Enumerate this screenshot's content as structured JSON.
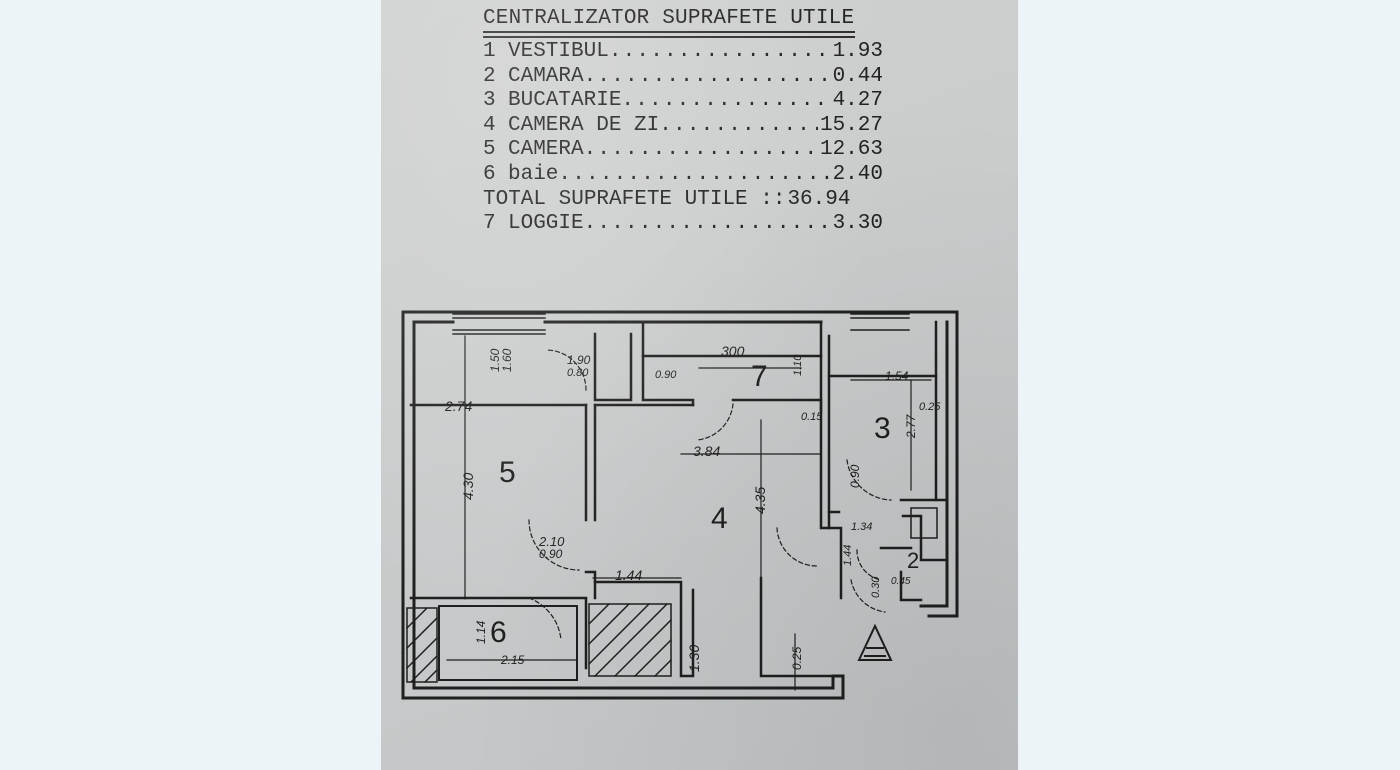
{
  "summary": {
    "title": "CENTRALIZATOR SUPRAFETE UTILE",
    "rows": [
      {
        "no": "1",
        "name": "VESTIBUL",
        "value": "1.93"
      },
      {
        "no": "2",
        "name": "CAMARA",
        "value": "0.44"
      },
      {
        "no": "3",
        "name": "BUCATARIE",
        "value": "4.27"
      },
      {
        "no": "4",
        "name": "CAMERA DE ZI",
        "value": "15.27"
      },
      {
        "no": "5",
        "name": "CAMERA",
        "value": "12.63"
      },
      {
        "no": "6",
        "name": "baie",
        "value": "2.40"
      }
    ],
    "total": {
      "label": "TOTAL SUPRAFETE UTILE ::",
      "value": "36.94"
    },
    "extra": {
      "no": "7",
      "name": "LOGGIE",
      "value": "3.30"
    }
  },
  "plan": {
    "room_numbers": [
      "5",
      "4",
      "3",
      "7",
      "6",
      "2"
    ],
    "dimensions": [
      "300",
      "1.10",
      "0.90",
      "1.90",
      "0.80",
      "1.50",
      "1.60",
      "2.74",
      "3.84",
      "4.30",
      "4.35",
      "2.10",
      "0.90",
      "1.44",
      "1.30",
      "1.14",
      "2.15",
      "0.25",
      "1.54",
      "2.77",
      "0.25",
      "0.15",
      "0.90",
      "1.34",
      "1.44",
      "0.30",
      "0.45"
    ]
  },
  "colors": {
    "page": "#ecf4f7",
    "paper": "#c9cbcb",
    "ink": "#1f1f1f"
  }
}
